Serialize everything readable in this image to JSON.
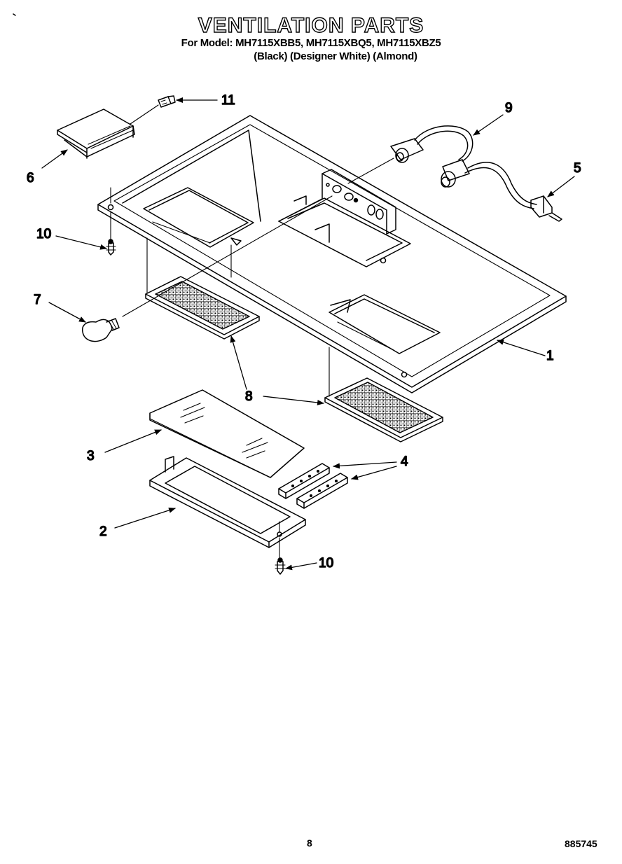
{
  "header": {
    "title": "VENTILATION PARTS",
    "models": "For Model: MH7115XBB5, MH7115XBQ5, MH7115XBZ5",
    "colors": "(Black)    (Designer White)  (Almond)"
  },
  "callouts": {
    "c1": "1",
    "c2": "2",
    "c3": "3",
    "c4": "4",
    "c5": "5",
    "c6": "6",
    "c7": "7",
    "c8": "8",
    "c9": "9",
    "c10a": "10",
    "c10b": "10",
    "c11": "11"
  },
  "footer": {
    "page_number": "8",
    "document_number": "885745"
  }
}
